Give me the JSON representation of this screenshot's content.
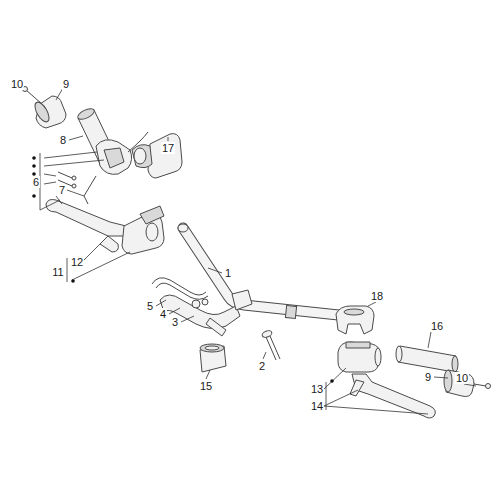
{
  "diagram": {
    "labels": [
      "10",
      "9",
      "8",
      "6",
      "7",
      "17",
      "12",
      "11",
      "1",
      "5",
      "4",
      "3",
      "18",
      "16",
      "2",
      "9",
      "13",
      "10",
      "15",
      "14"
    ]
  }
}
